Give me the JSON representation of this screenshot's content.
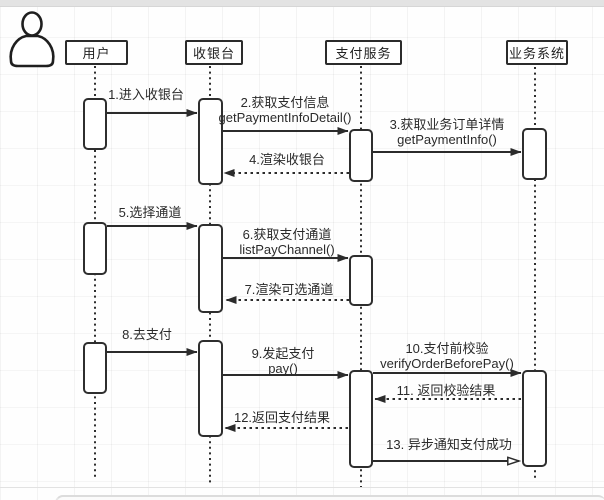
{
  "diagram": {
    "type": "sequence-diagram",
    "topic": "payment checkout flow",
    "colors": {
      "stroke": "#2b2b2b",
      "background": "#ffffff",
      "grid": "#efefef",
      "top_strip": "#e3e3e3"
    },
    "lifelines": [
      {
        "id": "user",
        "label": "用户",
        "has_actor_icon": true
      },
      {
        "id": "cashier",
        "label": "收银台"
      },
      {
        "id": "pay-service",
        "label": "支付服务"
      },
      {
        "id": "biz-system",
        "label": "业务系统"
      }
    ],
    "messages": [
      {
        "n": 1,
        "text": "1.进入收银台",
        "method": "",
        "from": "用户",
        "to": "收银台",
        "line": "solid",
        "arrowhead": "filled"
      },
      {
        "n": 2,
        "text": "2.获取支付信息",
        "method": "getPaymentInfoDetail()",
        "from": "收银台",
        "to": "支付服务",
        "line": "solid",
        "arrowhead": "filled"
      },
      {
        "n": 3,
        "text": "3.获取业务订单详情",
        "method": "getPaymentInfo()",
        "from": "支付服务",
        "to": "业务系统",
        "line": "solid",
        "arrowhead": "filled"
      },
      {
        "n": 4,
        "text": "4.渲染收银台",
        "method": "",
        "from": "支付服务",
        "to": "收银台",
        "line": "dotted",
        "arrowhead": "filled"
      },
      {
        "n": 5,
        "text": "5.选择通道",
        "method": "",
        "from": "用户",
        "to": "收银台",
        "line": "solid",
        "arrowhead": "filled"
      },
      {
        "n": 6,
        "text": "6.获取支付通道",
        "method": "listPayChannel()",
        "from": "收银台",
        "to": "支付服务",
        "line": "solid",
        "arrowhead": "filled"
      },
      {
        "n": 7,
        "text": "7.渲染可选通道",
        "method": "",
        "from": "支付服务",
        "to": "收银台",
        "line": "dotted",
        "arrowhead": "filled"
      },
      {
        "n": 8,
        "text": "8.去支付",
        "method": "",
        "from": "用户",
        "to": "收银台",
        "line": "solid",
        "arrowhead": "filled"
      },
      {
        "n": 9,
        "text": "9.发起支付",
        "method": "pay()",
        "from": "收银台",
        "to": "支付服务",
        "line": "solid",
        "arrowhead": "filled"
      },
      {
        "n": 10,
        "text": "10.支付前校验",
        "method": "verifyOrderBeforePay()",
        "from": "支付服务",
        "to": "业务系统",
        "line": "solid",
        "arrowhead": "filled"
      },
      {
        "n": 11,
        "text": "11. 返回校验结果",
        "method": "",
        "from": "业务系统",
        "to": "支付服务",
        "line": "dotted",
        "arrowhead": "filled"
      },
      {
        "n": 12,
        "text": "12.返回支付结果",
        "method": "",
        "from": "支付服务",
        "to": "收银台",
        "line": "dotted",
        "arrowhead": "filled"
      },
      {
        "n": 13,
        "text": "13. 异步通知支付成功",
        "method": "",
        "from": "支付服务",
        "to": "业务系统",
        "line": "solid",
        "arrowhead": "open"
      }
    ]
  }
}
